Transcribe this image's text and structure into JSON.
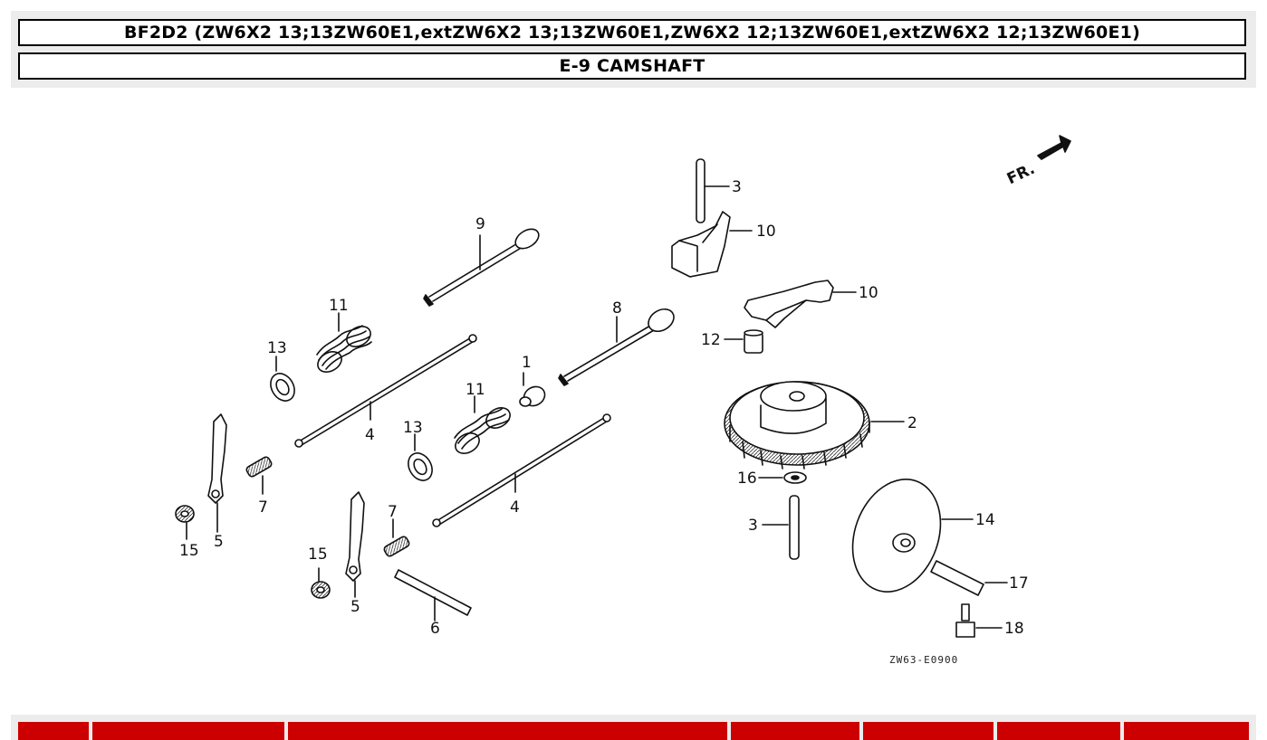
{
  "header": {
    "model_line": "BF2D2 (ZW6X2 13;13ZW60E1,extZW6X2 13;13ZW60E1,ZW6X2 12;13ZW60E1,extZW6X2 12;13ZW60E1)",
    "section_title": "E-9 CAMSHAFT"
  },
  "diagram": {
    "direction_label": "FR.",
    "drawing_code": "ZW63-E0900",
    "callouts": [
      "1",
      "2",
      "3",
      "3",
      "4",
      "4",
      "5",
      "5",
      "6",
      "7",
      "7",
      "8",
      "9",
      "10",
      "10",
      "11",
      "11",
      "12",
      "13",
      "13",
      "14",
      "15",
      "15",
      "16",
      "17",
      "18"
    ]
  },
  "parts_table": {
    "columns": [
      "",
      "",
      "",
      "",
      "",
      "",
      ""
    ]
  },
  "colors": {
    "header_bg": "#ececec",
    "table_header": "#cc0000",
    "line": "#111111"
  }
}
